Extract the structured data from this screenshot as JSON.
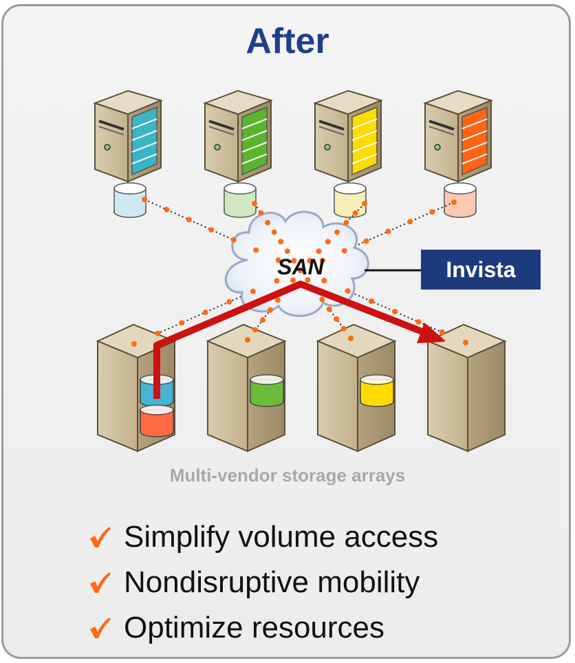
{
  "title": "After",
  "cloud_label": "SAN",
  "appliance_label": "Invista",
  "caption": "Multi-vendor storage arrays",
  "benefits": [
    {
      "text": "Simplify volume access"
    },
    {
      "text": "Nondisruptive mobility"
    },
    {
      "text": "Optimize resources"
    }
  ],
  "colors": {
    "title": "#1f3f8a",
    "invista_bg": "#1d3a7d",
    "server_volumes": [
      "#3cb4c8",
      "#5ab42d",
      "#ffdc00",
      "#ff6414"
    ],
    "link_dots": "#ff6a14",
    "migration_arrow": "#cc1111",
    "check": "#ff6a14"
  },
  "servers": [
    {
      "name": "server-1",
      "volume_color": "#3cb4c8",
      "disk_color": "#cfe9f2"
    },
    {
      "name": "server-2",
      "volume_color": "#5ab42d",
      "disk_color": "#cfe8c0"
    },
    {
      "name": "server-3",
      "volume_color": "#ffdc00",
      "disk_color": "#f6f0b8"
    },
    {
      "name": "server-4",
      "volume_color": "#ff6414",
      "disk_color": "#f9c9b2"
    }
  ],
  "storage_arrays": [
    {
      "name": "array-1",
      "volumes": [
        "#46b4d2",
        "#ff6a44"
      ]
    },
    {
      "name": "array-2",
      "volumes": [
        "#6cbc3c"
      ]
    },
    {
      "name": "array-3",
      "volumes": [
        "#ffdc00"
      ]
    },
    {
      "name": "array-4",
      "volumes": []
    }
  ]
}
